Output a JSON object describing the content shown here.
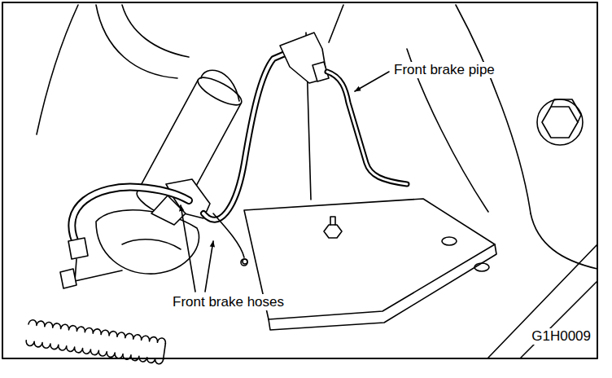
{
  "diagram": {
    "labels": [
      "Front brake pipe",
      "Front brake hoses",
      "G1H0009"
    ]
  }
}
